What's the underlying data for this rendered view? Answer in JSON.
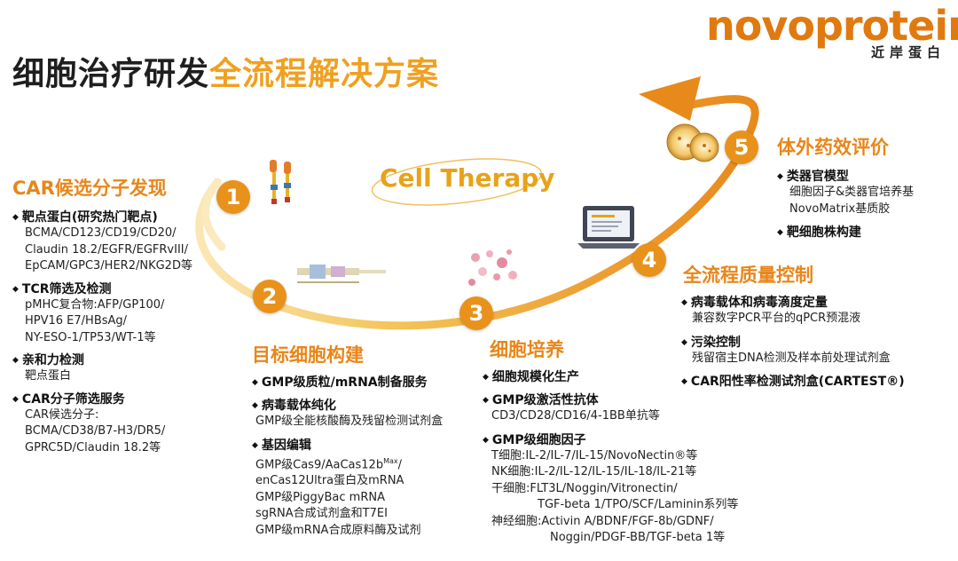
{
  "header": {
    "title_part1": "细胞治疗研发",
    "title_part2": "全流程解决方案",
    "logo_word": "novoprotein",
    "logo_sub": "近岸蛋白"
  },
  "center_label": "Cell Therapy",
  "steps": [
    {
      "number": "1",
      "title": "CAR候选分子发现",
      "items": [
        {
          "heading": "靶点蛋白(研究热门靶点)",
          "lines": [
            "BCMA/CD123/CD19/CD20/",
            "Claudin 18.2/EGFR/EGFRvIII/",
            "EpCAM/GPC3/HER2/NKG2D等"
          ]
        },
        {
          "heading": "TCR筛选及检测",
          "lines": [
            "pMHC复合物:AFP/GP100/",
            "HPV16 E7/HBsAg/",
            "NY-ESO-1/TP53/WT-1等"
          ]
        },
        {
          "heading": "亲和力检测",
          "lines": [
            "靶点蛋白"
          ]
        },
        {
          "heading": "CAR分子筛选服务",
          "lines": [
            "CAR候选分子:",
            "BCMA/CD38/B7-H3/DR5/",
            "GPRC5D/Claudin 18.2等"
          ]
        }
      ]
    },
    {
      "number": "2",
      "title": "目标细胞构建",
      "items": [
        {
          "heading": "GMP级质粒/mRNA制备服务",
          "lines": []
        },
        {
          "heading": "病毒载体纯化",
          "lines": [
            "GMP级全能核酸酶及残留检测试剂盒"
          ]
        },
        {
          "heading": "基因编辑",
          "lines": [
            "GMP级Cas9/AaCas12b",
            "enCas12Ultra蛋白及mRNA",
            "GMP级PiggyBac mRNA",
            "sgRNA合成试剂盒和T7EI",
            "GMP级mRNA合成原料酶及试剂"
          ]
        }
      ],
      "superscript": "Max",
      "superscript_suffix": "/"
    },
    {
      "number": "3",
      "title": "细胞培养",
      "items": [
        {
          "heading": "细胞规模化生产",
          "lines": []
        },
        {
          "heading": "GMP级激活性抗体",
          "lines": [
            "CD3/CD28/CD16/4-1BB单抗等"
          ]
        },
        {
          "heading": "GMP级细胞因子",
          "lines": [
            "T细胞:IL-2/IL-7/IL-15/NovoNectin®等",
            "NK细胞:IL-2/IL-12/IL-15/IL-18/IL-21等",
            "干细胞:FLT3L/Noggin/Vitronectin/",
            "TGF-beta 1/TPO/SCF/Laminin系列等",
            "神经细胞:Activin A/BDNF/FGF-8b/GDNF/",
            "Noggin/PDGF-BB/TGF-beta 1等"
          ]
        }
      ]
    },
    {
      "number": "4",
      "title": "全流程质量控制",
      "items": [
        {
          "heading": "病毒载体和病毒滴度定量",
          "lines": [
            "兼容数字PCR平台的qPCR预混液"
          ]
        },
        {
          "heading": "污染控制",
          "lines": [
            "残留宿主DNA检测及样本前处理试剂盒"
          ]
        },
        {
          "heading": "CAR阳性率检测试剂盒(CARTEST®)",
          "lines": []
        }
      ]
    },
    {
      "number": "5",
      "title": "体外药效评价",
      "items": [
        {
          "heading": "类器官模型",
          "lines": [
            "细胞因子&类器官培养基",
            "NovoMatrix基质胶"
          ]
        },
        {
          "heading": "靶细胞株构建",
          "lines": []
        }
      ]
    }
  ],
  "colors": {
    "accent": "#e8921c",
    "title_dark": "#1f1f1f",
    "title_accent": "#f0a020",
    "section": "#e8861a"
  },
  "icons": [
    "car-molecule-icon",
    "plasmid-construct-icon",
    "cell-cluster-icon",
    "laptop-icon",
    "petri-dish-icon"
  ]
}
